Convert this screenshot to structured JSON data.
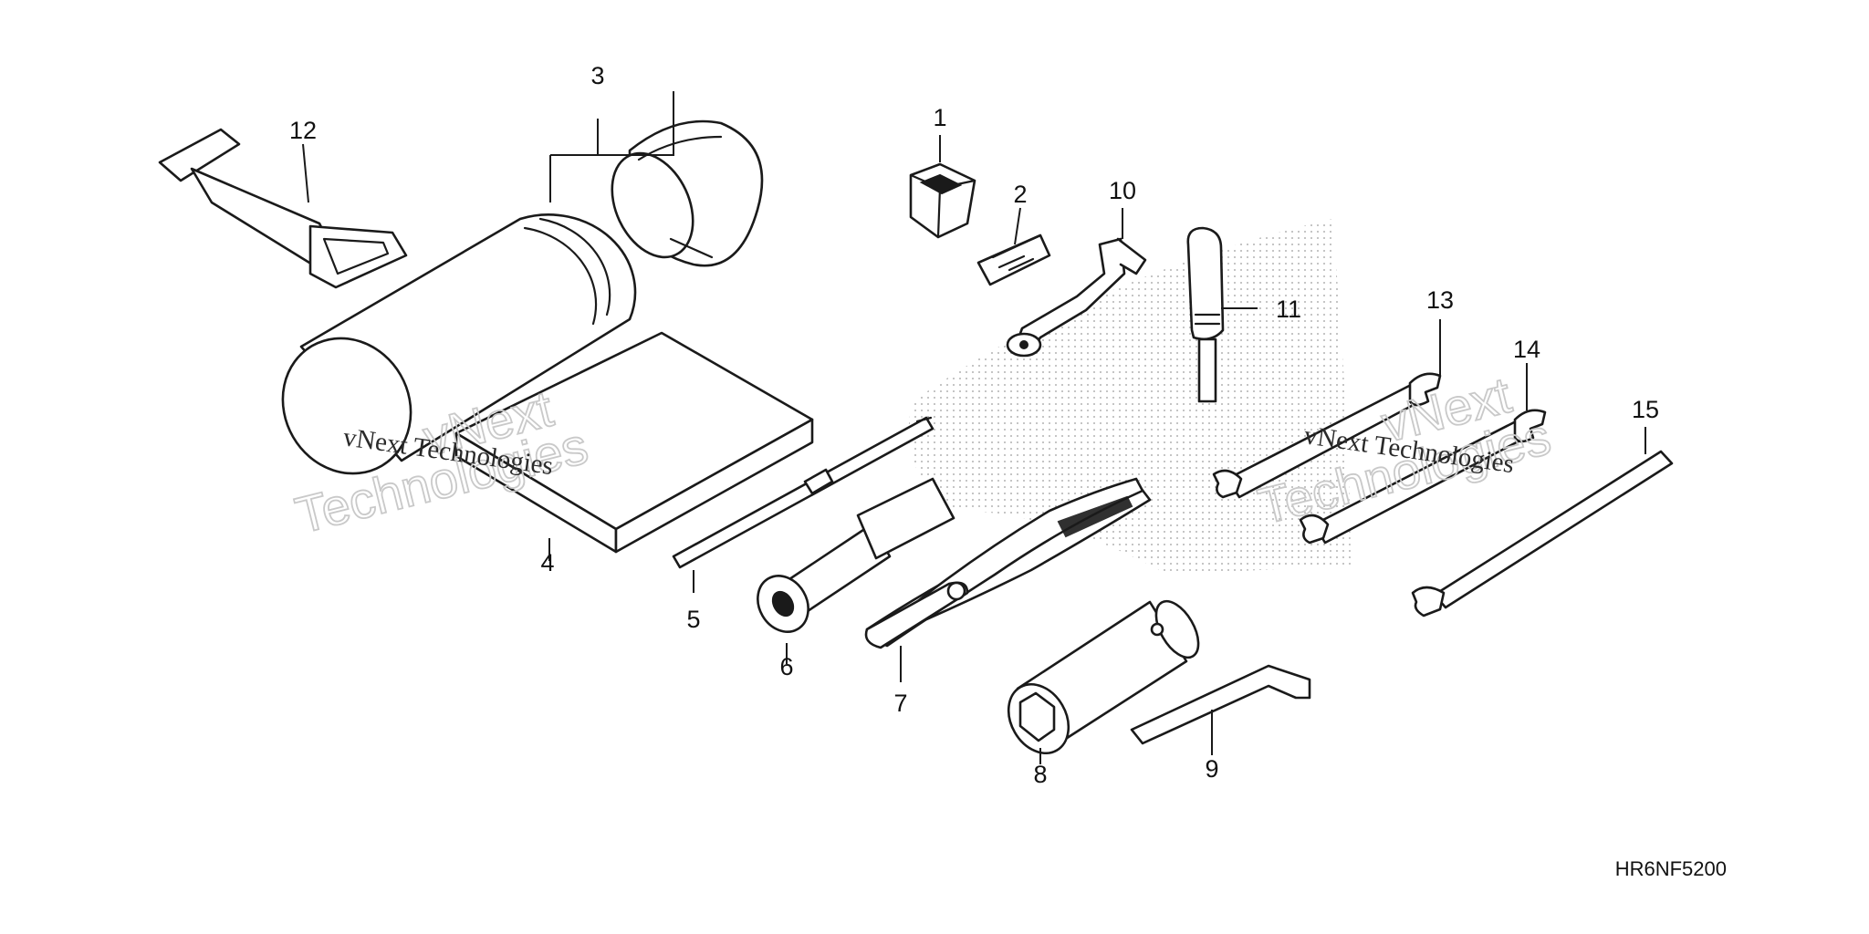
{
  "callouts": [
    {
      "id": "1",
      "text": "1"
    },
    {
      "id": "2",
      "text": "2"
    },
    {
      "id": "3",
      "text": "3"
    },
    {
      "id": "4",
      "text": "4"
    },
    {
      "id": "5",
      "text": "5"
    },
    {
      "id": "6",
      "text": "6"
    },
    {
      "id": "7",
      "text": "7"
    },
    {
      "id": "8",
      "text": "8"
    },
    {
      "id": "9",
      "text": "9"
    },
    {
      "id": "10",
      "text": "10"
    },
    {
      "id": "11",
      "text": "11"
    },
    {
      "id": "12",
      "text": "12"
    },
    {
      "id": "13",
      "text": "13"
    },
    {
      "id": "14",
      "text": "14"
    },
    {
      "id": "15",
      "text": "15"
    }
  ],
  "diagram_code": "HR6NF5200",
  "watermark": {
    "line_small": "vNext Technologies",
    "line_big_1": "vNext",
    "line_big_2": "Technologies"
  },
  "colors": {
    "line": "#1a1a1a",
    "background": "#ffffff",
    "watermark_outline": "#c9c9c9",
    "stipple": "#9a9a9a"
  }
}
